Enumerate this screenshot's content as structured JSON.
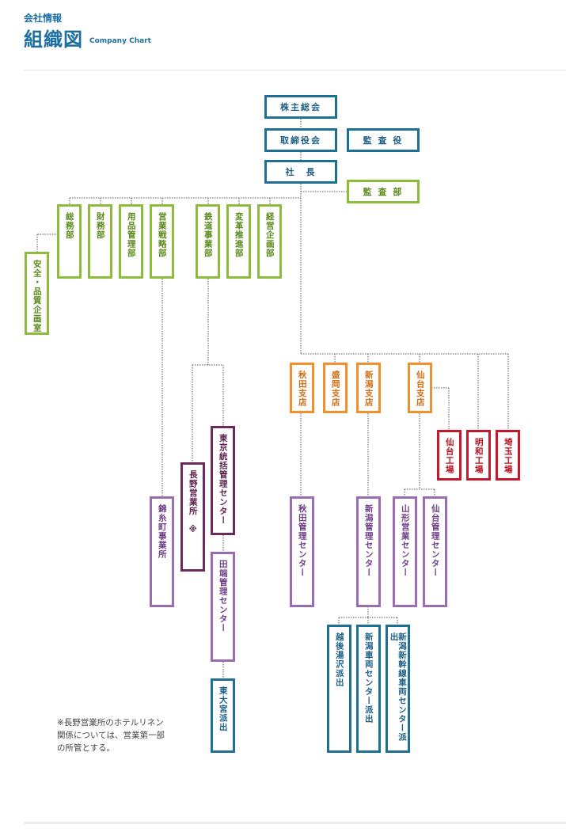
{
  "header": {
    "subtitle": "会社情報",
    "title": "組織図",
    "title_en": "Company Chart"
  },
  "colors": {
    "blue": "#1d6f93",
    "green": "#8dbb3c",
    "orange": "#f0902f",
    "red": "#c7172b",
    "purple": "#9c6cb1",
    "dark_purple": "#6b2b5c"
  },
  "org": {
    "shareholders": "株主総会",
    "board": "取締役会",
    "auditor": "監 査 役",
    "president": "社　長",
    "audit_dept": "監 査 部",
    "general_affairs": "総務部",
    "finance": "財務部",
    "supplies": "用品管理部",
    "sales_strategy": "営業戦略部",
    "railway": "鉄道事業部",
    "reform": "変革推進部",
    "planning": "経営企画部",
    "safety": "安全・品質企画室",
    "kinshicho": "錦糸町事業所",
    "nagano": "長野営業所　※",
    "tokyo_center": "東京統括管理センター",
    "tabata_center": "田端管理センター",
    "higashiomiya": "東大宮派出",
    "akita_branch": "秋田支店",
    "morioka_branch": "盛岡支店",
    "niigata_branch": "新潟支店",
    "sendai_branch": "仙台支店",
    "sendai_factory": "仙台工場",
    "meiwa_factory": "明和工場",
    "saitama_factory": "埼玉工場",
    "akita_center": "秋田管理センター",
    "niigata_center": "新潟管理センター",
    "yamagata_center": "山形営業センター",
    "sendai_center": "仙台管理センター",
    "echigo": "越後湯沢派出",
    "niigata_vehicle": "新潟車両センター派出",
    "niigata_shinkansen": "新潟新幹線車両センター派出"
  },
  "note": "※長野営業所のホテルリネン\n関係については、営業第一部\nの所管とする。"
}
